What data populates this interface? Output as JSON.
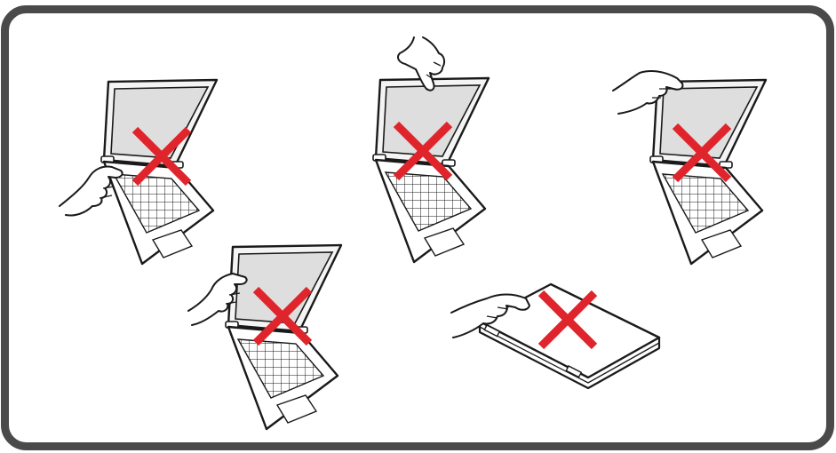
{
  "colors": {
    "frame": "#4a4a4a",
    "screen_panel": "#dedede",
    "screen_bezel": "#f4f4f4",
    "cross": "#e0242c",
    "line": "#1a1a1a"
  },
  "illustrations": [
    {
      "id": "laptop-1",
      "handling": "held-by-screen-corner-left",
      "prohibited": true,
      "mark_icon": "red-cross-icon"
    },
    {
      "id": "laptop-2",
      "handling": "lifted-by-screen-top",
      "prohibited": true,
      "mark_icon": "red-cross-icon"
    },
    {
      "id": "laptop-3",
      "handling": "held-by-screen-top-left",
      "prohibited": true,
      "mark_icon": "red-cross-icon"
    },
    {
      "id": "laptop-4",
      "handling": "held-by-screen-edge-left",
      "prohibited": true,
      "mark_icon": "red-cross-icon"
    },
    {
      "id": "laptop-5",
      "handling": "carried-closed-by-lid",
      "prohibited": true,
      "mark_icon": "red-cross-icon"
    }
  ]
}
